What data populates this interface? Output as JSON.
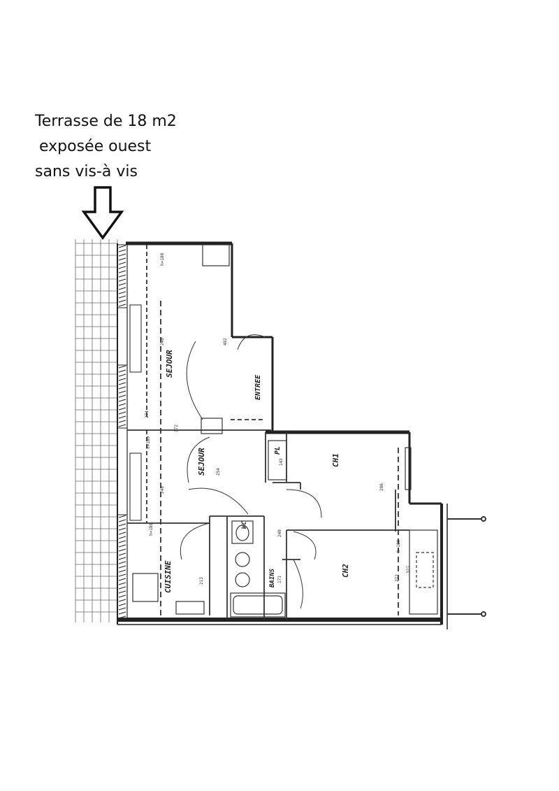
{
  "caption": {
    "line1": "Terrasse de 18 m2",
    "line2": "exposée ouest",
    "line3": "sans vis-à vis"
  },
  "rooms": {
    "sejour_top": "SEJOUR",
    "sejour_bottom": "SEJOUR",
    "entree": "ENTREE",
    "cuisine": "CUISINE",
    "pl": "PL",
    "ch1": "CH1",
    "ch2": "CH2",
    "bains": "BAINS",
    "wc": "WC"
  },
  "dimensions": {
    "d240a": "240",
    "d240b": "240",
    "d254": "254",
    "d274": "274",
    "d172": "172",
    "d286": "286",
    "d273": "273",
    "d213": "213",
    "d321": "321",
    "d143": "143",
    "d240c": "240",
    "d482": "482",
    "d173": "173",
    "h180a": "h=180",
    "h180b": "h=180",
    "h180c": "h=180",
    "h180d": "h=180"
  },
  "colors": {
    "ink": "#1a1a1a",
    "wall": "#222222",
    "grid": "#555555"
  }
}
